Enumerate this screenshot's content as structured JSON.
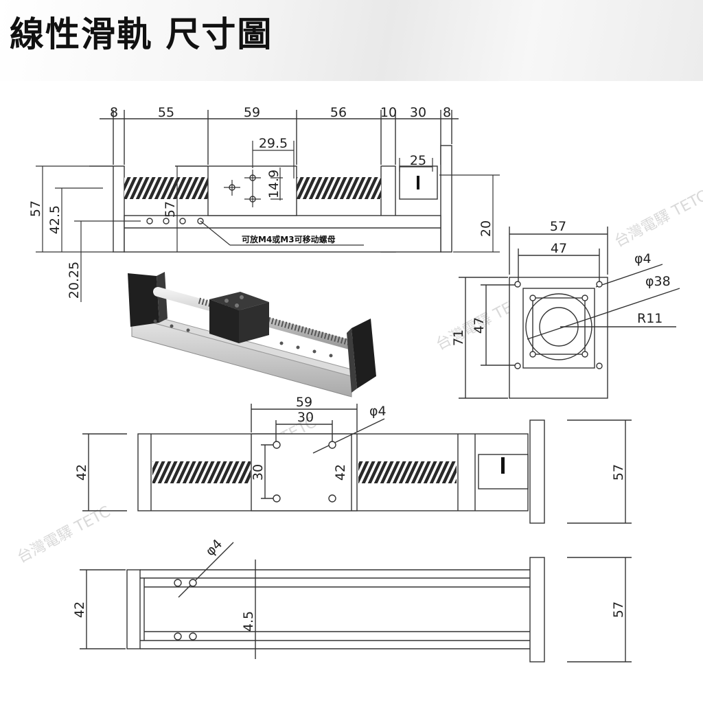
{
  "header": {
    "title": "線性滑軌 尺寸圖"
  },
  "front_view": {
    "top_dims": [
      "8",
      "55",
      "59",
      "56",
      "10",
      "30",
      "8"
    ],
    "hole_spacing": "29.5",
    "hole_height": "14.9",
    "motor_block_width": "25",
    "left_dims": [
      "57",
      "42.5",
      "20.25"
    ],
    "inner_height": "57",
    "right_dim": "20",
    "note": "可放M4或M3可移动螺母"
  },
  "end_view": {
    "outer_width": "57",
    "inner_width": "47",
    "outer_height": "71",
    "inner_height": "47",
    "hole_diameter": "φ4",
    "bore_diameter": "φ38",
    "radius": "R11"
  },
  "top_view": {
    "carriage_width": "59",
    "hole_spacing": "30",
    "hole_diameter": "φ4",
    "left_height": "42",
    "vertical_hole_spacing": "30",
    "carriage_height": "42",
    "right_height": "57"
  },
  "bottom_view": {
    "hole_diameter": "φ4",
    "left_height": "42",
    "slot_offset": "4.5",
    "right_height": "57"
  },
  "watermark": {
    "text": "台灣電驛 TETC"
  }
}
